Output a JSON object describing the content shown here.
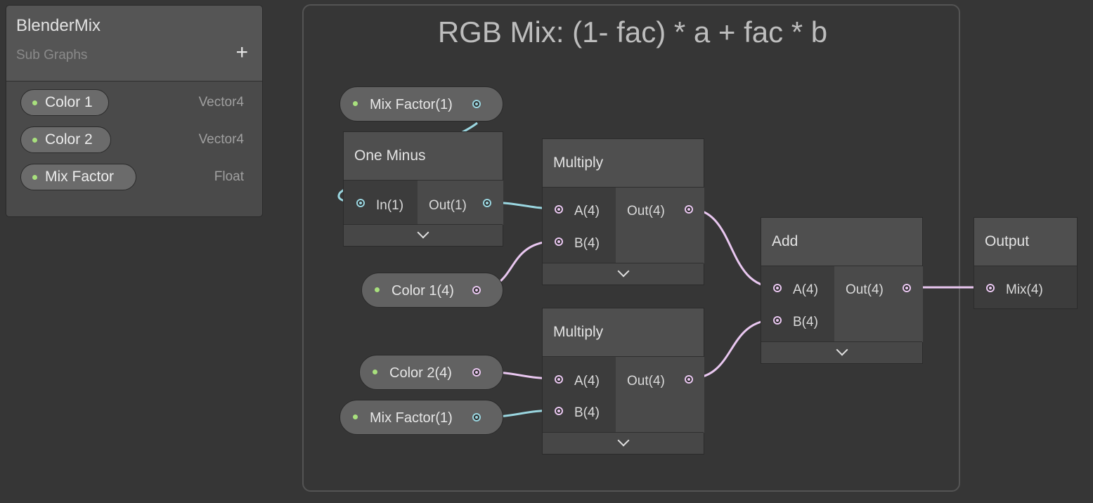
{
  "blackboard": {
    "title": "BlenderMix",
    "subtitle": "Sub Graphs",
    "add_label": "+",
    "properties": [
      {
        "name": "Color 1",
        "type": "Vector4"
      },
      {
        "name": "Color 2",
        "type": "Vector4"
      },
      {
        "name": "Mix Factor",
        "type": "Float"
      }
    ]
  },
  "group": {
    "title": "RGB Mix: (1- fac) * a + fac * b"
  },
  "property_nodes": {
    "mix_factor_top": "Mix Factor(1)",
    "color1": "Color 1(4)",
    "color2": "Color 2(4)",
    "mix_factor_bottom": "Mix Factor(1)"
  },
  "nodes": {
    "one_minus": {
      "title": "One Minus",
      "in": "In(1)",
      "out": "Out(1)"
    },
    "multiply_top": {
      "title": "Multiply",
      "a": "A(4)",
      "b": "B(4)",
      "out": "Out(4)"
    },
    "multiply_bottom": {
      "title": "Multiply",
      "a": "A(4)",
      "b": "B(4)",
      "out": "Out(4)"
    },
    "add": {
      "title": "Add",
      "a": "A(4)",
      "b": "B(4)",
      "out": "Out(4)"
    },
    "output": {
      "title": "Output",
      "in": "Mix(4)"
    }
  },
  "colors": {
    "vector_port": "#e9c7f0",
    "float_port": "#9ad6e0",
    "property_dot": "#a8e07d"
  }
}
